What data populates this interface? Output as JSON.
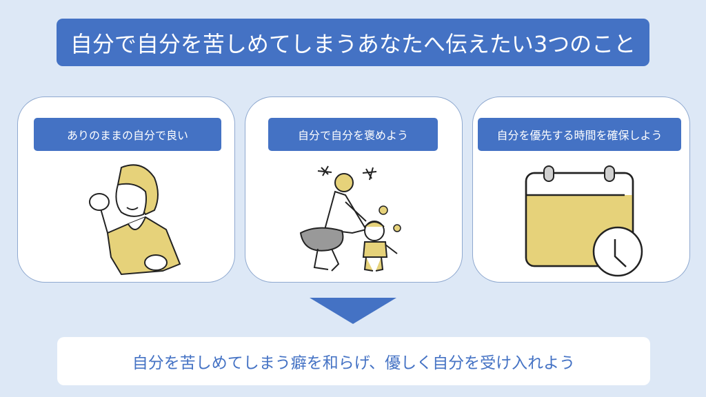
{
  "title": "自分で自分を苦しめてしまうあなたへ伝えたい3つのこと",
  "cards": [
    {
      "label": "ありのままの自分で良い",
      "icon": "woman-fist-pump-illustration"
    },
    {
      "label": "自分で自分を褒めよう",
      "icon": "mother-praising-child-illustration"
    },
    {
      "label": "自分を優先する時間を確保しよう",
      "icon": "calendar-clock-icon"
    }
  ],
  "conclusion": "自分を苦しめてしまう癖を和らげ、優しく自分を受け入れよう",
  "colors": {
    "accent": "#4472c4",
    "background": "#dde8f6",
    "illustration": "#e6d27a"
  }
}
